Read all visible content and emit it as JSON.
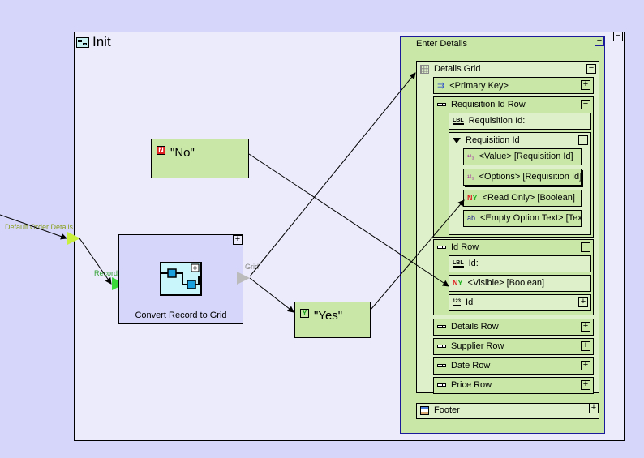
{
  "init": {
    "title": "Init",
    "collapse": "−"
  },
  "ports": {
    "default_order_details": "Default Order Details",
    "record": "Record",
    "grid": "Grid"
  },
  "literals": {
    "no": {
      "badge": "N",
      "text": "\"No\"",
      "badge_color": "#e02020"
    },
    "yes": {
      "badge": "Y",
      "text": "\"Yes\"",
      "badge_color": "#20a020"
    }
  },
  "convert": {
    "label": "Convert Record to Grid",
    "expand": "+"
  },
  "enter_details": {
    "title": "Enter Details",
    "collapse": "−",
    "details_grid": {
      "title": "Details Grid",
      "primary_key": "<Primary Key>",
      "requisition_row": {
        "title": "Requisition Id Row",
        "label": "Requisition Id:",
        "field": {
          "title": "Requisition Id",
          "value": "<Value> [Requisition Id]",
          "options": "<Options> [Requisition Id]",
          "read_only": "<Read Only> [Boolean]",
          "empty_option": "<Empty Option Text> [Tex"
        }
      },
      "id_row": {
        "title": "Id Row",
        "label": "Id:",
        "visible": "<Visible> [Boolean]",
        "field": "Id"
      },
      "rows": [
        "Details Row",
        "Supplier Row",
        "Date Row",
        "Price Row"
      ]
    },
    "footer": "Footer"
  },
  "icons": {
    "ny_n": "N",
    "ny_y": "Y",
    "lbl": "LBL",
    "num": "¹²₃",
    "num_box": "123",
    "ab": "ab",
    "pk": "⇉",
    "expand": "+",
    "collapse": "−"
  }
}
